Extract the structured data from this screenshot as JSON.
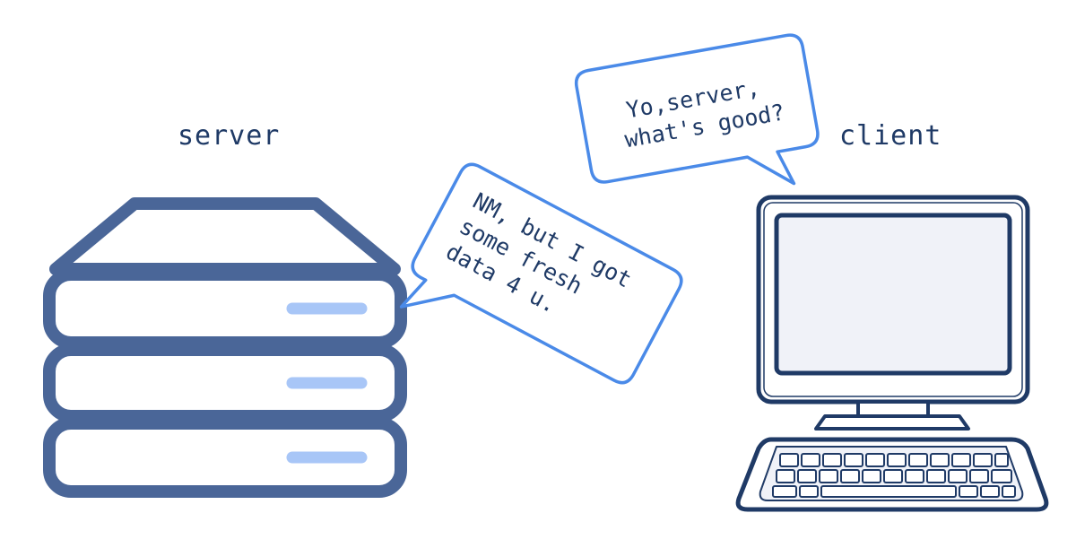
{
  "labels": {
    "server": "server",
    "client": "client"
  },
  "bubbles": {
    "client_message": {
      "lines": [
        "Yo,server,",
        "what's good?"
      ]
    },
    "server_message": {
      "lines": [
        "NM, but I got",
        "some fresh",
        "data 4 u."
      ]
    }
  },
  "colors": {
    "server_stroke": "#4a6698",
    "server_slot": "#a8c6f7",
    "bubble_stroke": "#4a8ae8",
    "computer_stroke": "#1f3a66",
    "computer_fill": "#f0f2f8",
    "label_text": "#1f3a66"
  },
  "icons": {
    "server": "server-stack-icon",
    "client": "desktop-computer-icon"
  }
}
